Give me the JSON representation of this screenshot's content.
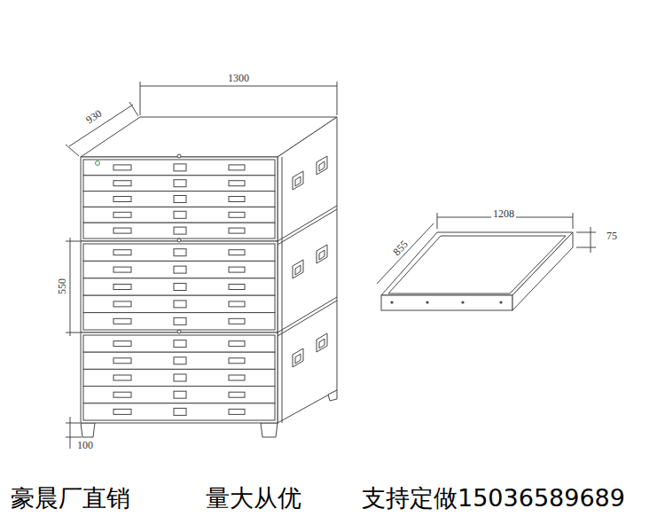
{
  "diagram": {
    "labels": [
      "1300",
      "930",
      "550",
      "100",
      "1208",
      "855",
      "75",
      "豪晨厂直销",
      "量大从优",
      "支持定做15036589689"
    ]
  }
}
